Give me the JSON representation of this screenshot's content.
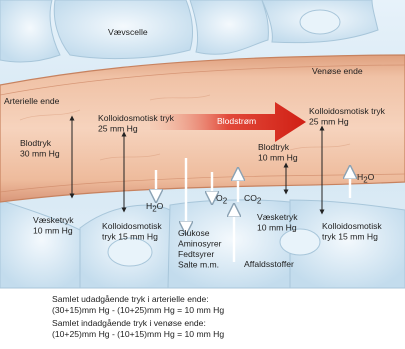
{
  "labels": {
    "tissue_cell": "Vævscelle",
    "arterial_end": "Arterielle ende",
    "venous_end": "Venøse ende",
    "blood_flow": "Blodstrøm",
    "colloid_top_arterial": [
      "Kolloidosmotisk tryk",
      "25 mm Hg"
    ],
    "colloid_top_venous": [
      "Kolloidosmotisk tryk",
      "25 mm Hg"
    ],
    "blood_pressure_arterial": [
      "Blodtryk",
      "30 mm Hg"
    ],
    "blood_pressure_venous": [
      "Blodtryk",
      "10 mm Hg"
    ],
    "fluid_pressure_arterial": [
      "Væsketryk",
      "10 mm Hg"
    ],
    "colloid_bottom_arterial": [
      "Kolloidosmotisk",
      "tryk 15 mm Hg"
    ],
    "nutrients": [
      "Glukose",
      "Aminosyrer",
      "Fedtsyrer",
      "Salte m.m."
    ],
    "waste": "Affaldsstoffer",
    "fluid_pressure_venous": [
      "Væsketryk",
      "10 mm Hg"
    ],
    "colloid_bottom_venous": [
      "Kolloidosmotisk",
      "tryk 15 mm Hg"
    ]
  },
  "chemistry": {
    "water_left": {
      "main": "H",
      "sub": "2",
      "rest": "O"
    },
    "oxygen": {
      "main": "O",
      "sub": "2"
    },
    "carbon_dioxide": {
      "main": "CO",
      "sub": "2"
    },
    "water_right": {
      "main": "H",
      "sub": "2",
      "rest": "O"
    }
  },
  "formulas": {
    "outward_title": "Samlet udadgående tryk i arterielle ende:",
    "outward_calc": "(30+15)mm Hg - (10+25)mm Hg = 10 mm Hg",
    "inward_title": "Samlet indadgående tryk i venøse ende:",
    "inward_calc": "(10+25)mm Hg - (10+15)mm Hg = 10 mm Hg"
  },
  "colors": {
    "vessel_wall": "#e6a77f",
    "blood_lumen": "#f3c7aa",
    "flow_arrow": "#d9261c",
    "tissue": "#cfe4f3"
  }
}
